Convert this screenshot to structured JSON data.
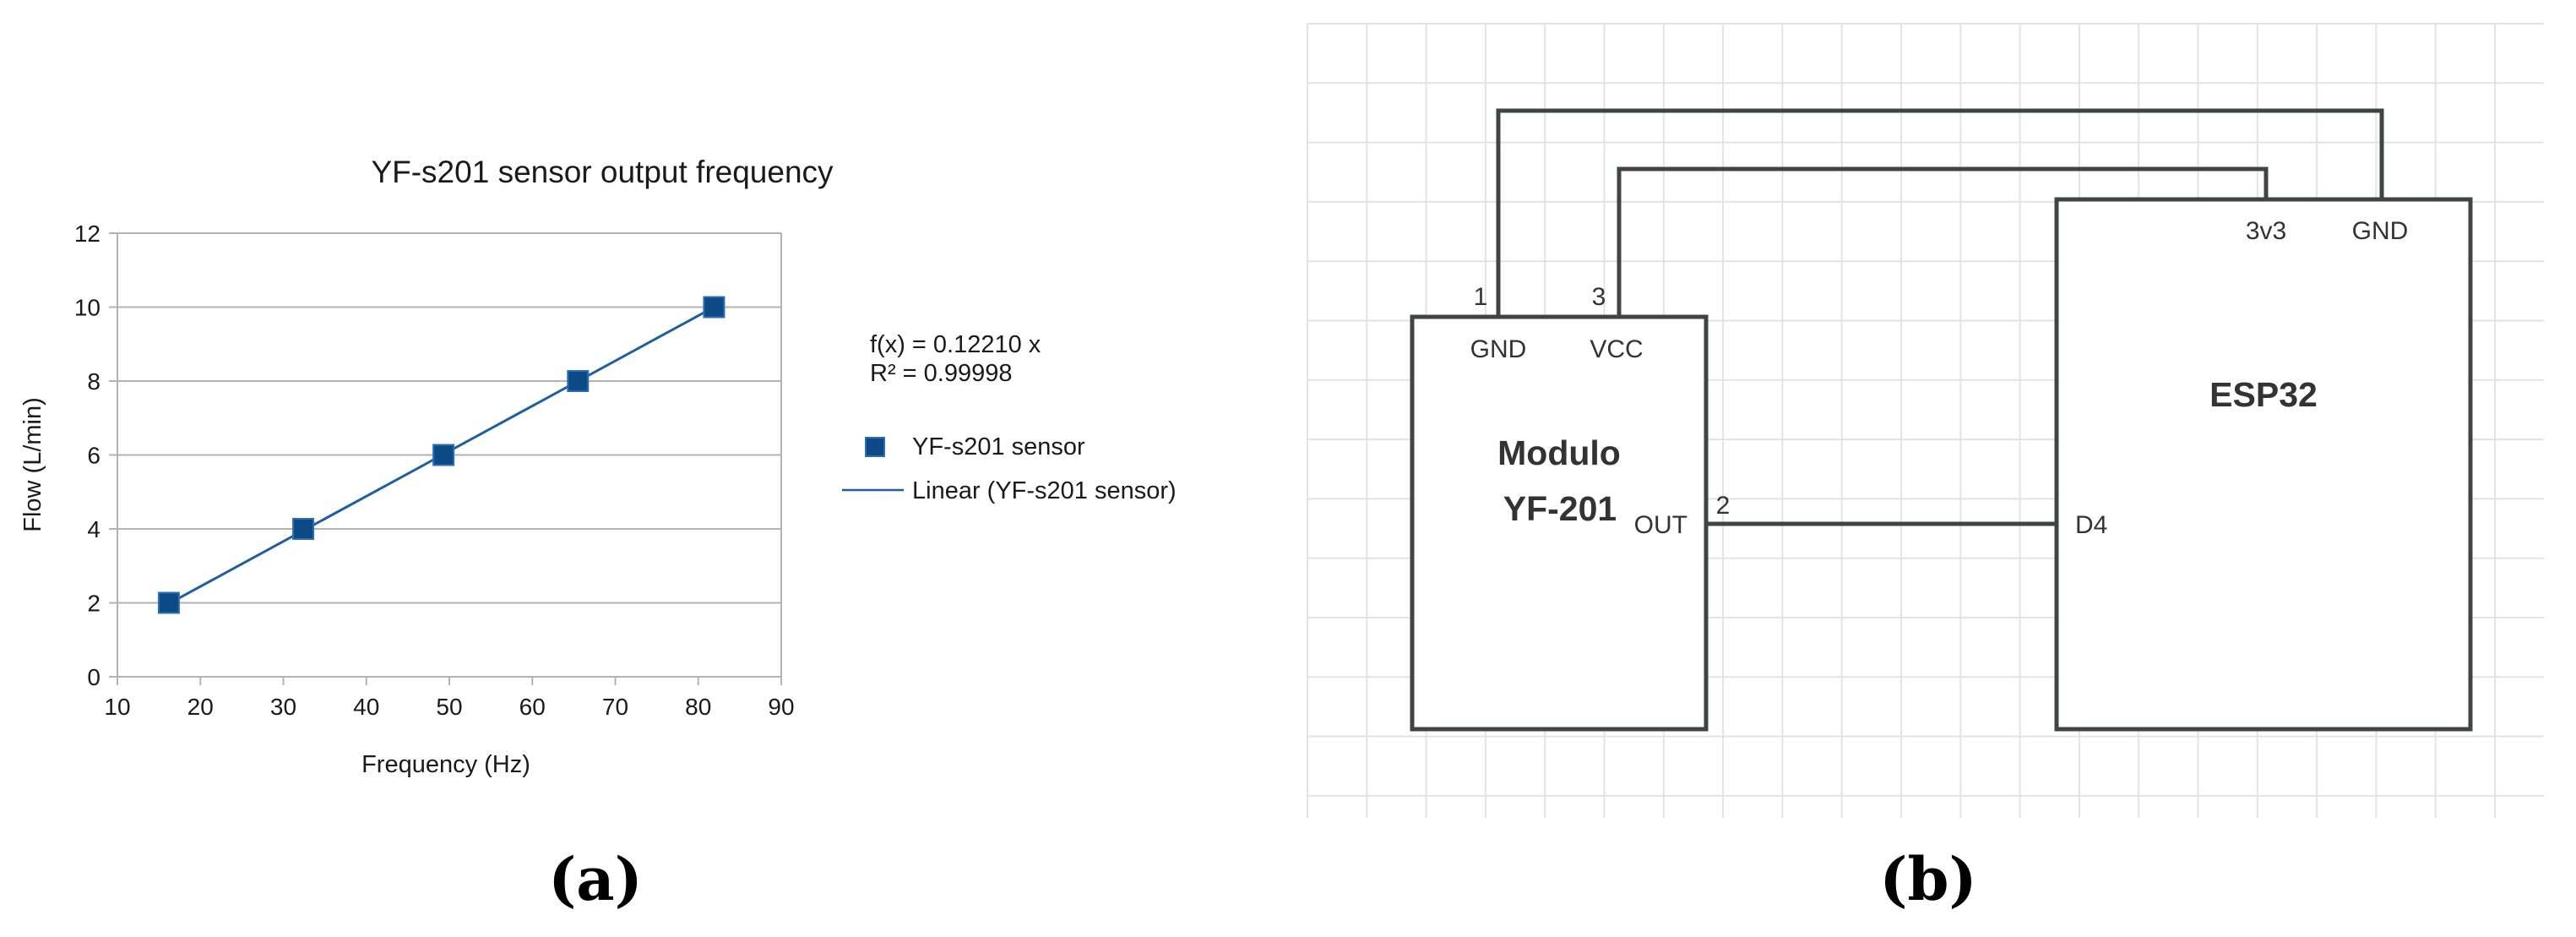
{
  "panel_a": {
    "caption": "(a)"
  },
  "panel_b": {
    "caption": "(b)",
    "diagram": {
      "module_box": {
        "title_line1": "Modulo",
        "title_line2": "YF-201"
      },
      "esp_box": {
        "title": "ESP32"
      },
      "pins": {
        "module_gnd_label": "GND",
        "module_vcc_label": "VCC",
        "module_out_label": "OUT",
        "module_gnd_number": "1",
        "module_vcc_number": "3",
        "module_out_number": "2",
        "esp_3v3_label": "3v3",
        "esp_gnd_label": "GND",
        "esp_d4_label": "D4"
      },
      "colors": {
        "wire": "#404447",
        "box_border": "#404447",
        "grid": "#e3e3e3"
      }
    }
  },
  "chart_data": {
    "type": "scatter",
    "title": "YF-s201 sensor output frequency",
    "xlabel": "Frequency (Hz)",
    "ylabel": "Flow (L/min)",
    "xlim": [
      10,
      90
    ],
    "ylim": [
      0,
      12
    ],
    "x_ticks": [
      10,
      20,
      30,
      40,
      50,
      60,
      70,
      80,
      90
    ],
    "y_ticks": [
      0,
      2,
      4,
      6,
      8,
      10,
      12
    ],
    "grid": "horizontal",
    "series": [
      {
        "name": "YF-s201 sensor",
        "marker": "square",
        "color": "#0c4a86",
        "x": [
          16.2,
          32.4,
          49.3,
          65.5,
          81.9
        ],
        "y": [
          2,
          4,
          6,
          8,
          10
        ]
      }
    ],
    "trendline": {
      "name": "Linear (YF-s201 sensor)",
      "color": "#1f5fa0",
      "slope": 0.1221,
      "intercept": 0,
      "x_range": [
        16.2,
        81.9
      ]
    },
    "equation_lines": [
      "f(x) = 0.12210 x",
      "R² = 0.99998"
    ],
    "legend_position": "right"
  }
}
